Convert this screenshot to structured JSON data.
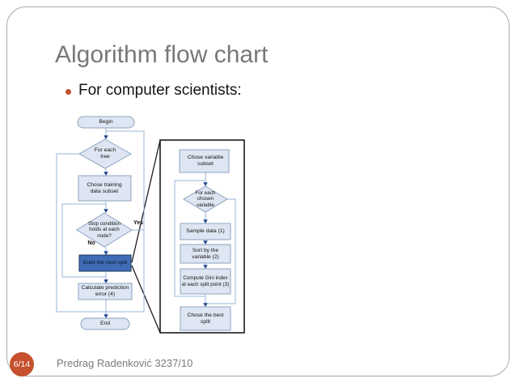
{
  "colors": {
    "accent": "#c5512e",
    "title_color": "#77787b",
    "footer_color": "#7a7a7a",
    "frame_border": "#a8a8a8",
    "node_fill": "#dde6f2",
    "node_border": "#8ea3c0",
    "connector": "#9ab5d9",
    "arrow": "#24488f",
    "highlight_fill": "#3f6cb5",
    "highlight_border": "#17365d",
    "callout": "#1c1c1c"
  },
  "slide": {
    "title": "Algorithm flow chart",
    "bullet_text": "For computer scientists:",
    "page_badge": "6/14",
    "footer": "Predrag Radenković 3237/10"
  },
  "flowchart": {
    "main": {
      "begin": "Begin",
      "for_each_tree": "For each tree",
      "chose_training": "Chose training data subset",
      "stop_condition": "Stop condition holds at each node?",
      "yes": "Yes",
      "no": "No",
      "build_split": "Build the next split",
      "calc_error": "Calculate prediction error (4)",
      "end": "End"
    },
    "detail": {
      "chose_variable": "Chose variable subset",
      "for_each_variable": "For each chosen variable",
      "sample_data": "Sample data (1)",
      "sort_variable": "Sort by the variable (2)",
      "compute_gini": "Compute Gini index at each split point (3)",
      "best_split": "Chose the best split"
    }
  }
}
